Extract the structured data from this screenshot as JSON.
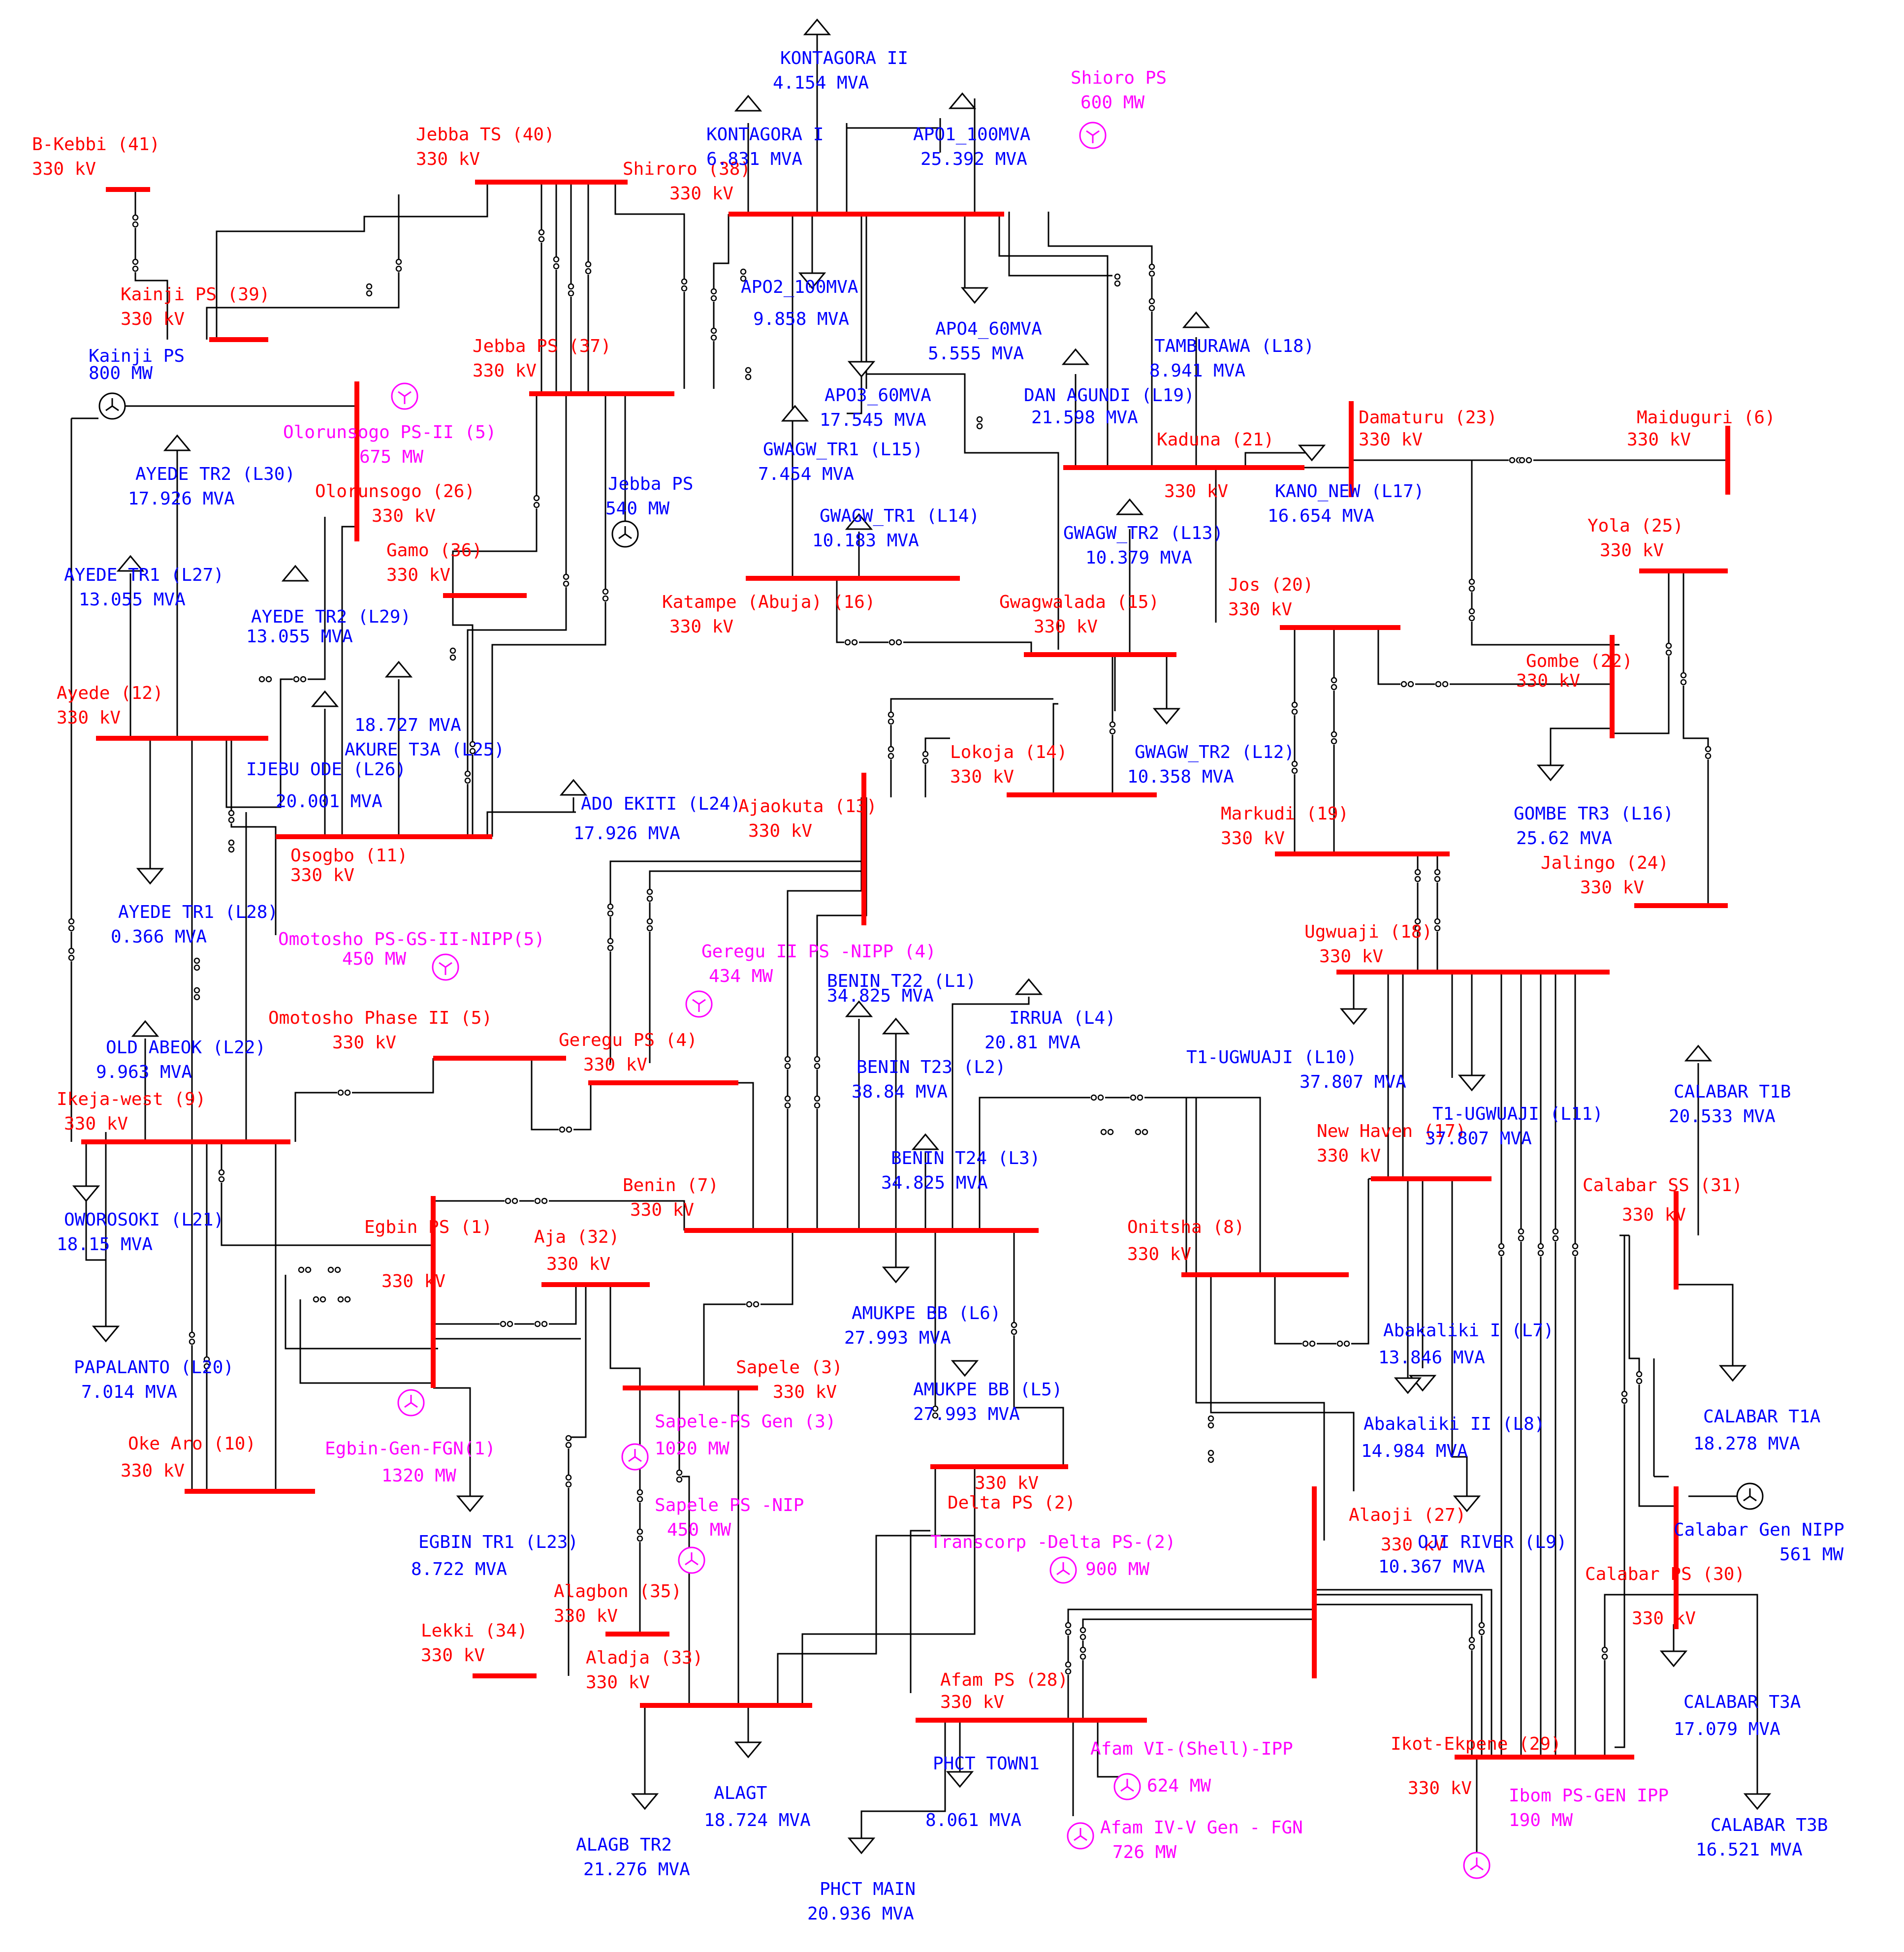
{
  "colors": {
    "bus": "#ff0000",
    "bus_label": "#ff0000",
    "load_label": "#0000ff",
    "gen_label": "#ff00ff",
    "line": "#000000",
    "background": "#ffffff"
  },
  "icons": {
    "load": "load-arrow-icon",
    "generator": "generator-circle-icon",
    "breaker": "breaker-icon"
  },
  "buses": [
    {
      "id": "b41",
      "name": "B-Kebbi (41)",
      "kv": "330 kV"
    },
    {
      "id": "b40",
      "name": "Jebba TS (40)",
      "kv": "330 kV"
    },
    {
      "id": "b38",
      "name": "Shiroro (38)",
      "kv": "330 kV"
    },
    {
      "id": "b39",
      "name": "Kainji PS (39)",
      "kv": "330 kV"
    },
    {
      "id": "b37",
      "name": "Jebba PS (37)",
      "kv": "330 kV"
    },
    {
      "id": "b26",
      "name": "Olorunsogo (26)",
      "kv": "330 kV"
    },
    {
      "id": "b36",
      "name": "Gamo (36)",
      "kv": "330 kV"
    },
    {
      "id": "b12",
      "name": "Ayede (12)",
      "kv": "330 kV"
    },
    {
      "id": "b11",
      "name": "Osogbo (11)",
      "kv": "330 kV"
    },
    {
      "id": "b16",
      "name": "Katampe (Abuja) (16)",
      "kv": "330 kV"
    },
    {
      "id": "b15",
      "name": "Gwagwalada (15)",
      "kv": "330 kV"
    },
    {
      "id": "b21",
      "name": "Kaduna (21)",
      "kv": "330 kV"
    },
    {
      "id": "b23",
      "name": "Damaturu (23)",
      "kv": "330 kV"
    },
    {
      "id": "b6",
      "name": "Maiduguri (6)",
      "kv": "330 kV"
    },
    {
      "id": "b25",
      "name": "Yola (25)",
      "kv": "330 kV"
    },
    {
      "id": "b20",
      "name": "Jos (20)",
      "kv": "330 kV"
    },
    {
      "id": "b22",
      "name": "Gombe (22)",
      "kv": "330 kV"
    },
    {
      "id": "b14",
      "name": "Lokoja (14)",
      "kv": "330 kV"
    },
    {
      "id": "b13",
      "name": "Ajaokuta (13)",
      "kv": "330 kV"
    },
    {
      "id": "b19",
      "name": "Markudi (19)",
      "kv": "330 kV"
    },
    {
      "id": "b24",
      "name": "Jalingo (24)",
      "kv": "330 kV"
    },
    {
      "id": "b18",
      "name": "Ugwuaji (18)",
      "kv": "330 kV"
    },
    {
      "id": "b5",
      "name": "Omotosho Phase II (5)",
      "kv": "330 kV"
    },
    {
      "id": "b4",
      "name": "Geregu PS (4)",
      "kv": "330 kV"
    },
    {
      "id": "b9",
      "name": "Ikeja-west (9)",
      "kv": "330 kV"
    },
    {
      "id": "b17",
      "name": "New Haven (17)",
      "kv": "330 kV"
    },
    {
      "id": "b7",
      "name": "Benin (7)",
      "kv": "330 kV"
    },
    {
      "id": "b8",
      "name": "Onitsha (8)",
      "kv": "330 kV"
    },
    {
      "id": "b31",
      "name": "Calabar SS (31)",
      "kv": "330 kV"
    },
    {
      "id": "b1",
      "name": "Egbin PS (1)",
      "kv": "330 kV"
    },
    {
      "id": "b32",
      "name": "Aja (32)",
      "kv": "330 kV"
    },
    {
      "id": "b10",
      "name": "Oke Aro (10)",
      "kv": "330 kV"
    },
    {
      "id": "b3",
      "name": "Sapele (3)",
      "kv": "330 kV"
    },
    {
      "id": "b2",
      "name": "Delta PS (2)",
      "kv": "330 kV"
    },
    {
      "id": "b27",
      "name": "Alaoji (27)",
      "kv": "330 kV"
    },
    {
      "id": "b30",
      "name": "Calabar PS (30)",
      "kv": "330 kV"
    },
    {
      "id": "b35",
      "name": "Alagbon (35)",
      "kv": "330 kV"
    },
    {
      "id": "b34",
      "name": "Lekki (34)",
      "kv": "330 kV"
    },
    {
      "id": "b33",
      "name": "Aladja (33)",
      "kv": "330 kV"
    },
    {
      "id": "b28",
      "name": "Afam PS (28)",
      "kv": "330 kV"
    },
    {
      "id": "b29",
      "name": "Ikot-Ekpene (29)",
      "kv": "330 kV"
    }
  ],
  "loads": [
    {
      "id": "L_KONT2",
      "name": "KONTAGORA II",
      "mva": "4.154 MVA"
    },
    {
      "id": "L_KONT1",
      "name": "KONTAGORA I",
      "mva": "6.831 MVA"
    },
    {
      "id": "L_APO1",
      "name": "APO1_100MVA",
      "mva": "25.392 MVA"
    },
    {
      "id": "L_APO2",
      "name": "APO2_100MVA",
      "mva": "9.858 MVA"
    },
    {
      "id": "L_APO4",
      "name": "APO4_60MVA",
      "mva": "5.555 MVA"
    },
    {
      "id": "L_APO3",
      "name": "APO3_60MVA",
      "mva": "17.545 MVA"
    },
    {
      "id": "L18",
      "name": "TAMBURAWA (L18)",
      "mva": "8.941 MVA"
    },
    {
      "id": "L19",
      "name": "DAN AGUNDI (L19)",
      "mva": "21.598 MVA"
    },
    {
      "id": "L17",
      "name": "KANO_NEW (L17)",
      "mva": "16.654 MVA"
    },
    {
      "id": "L15",
      "name": "GWAGW_TR1 (L15)",
      "mva": "7.454 MVA"
    },
    {
      "id": "L14",
      "name": "GWAGW_TR1 (L14)",
      "mva": "10.183 MVA"
    },
    {
      "id": "L13",
      "name": "GWAGW_TR2 (L13)",
      "mva": "10.379 MVA"
    },
    {
      "id": "L12",
      "name": "GWAGW_TR2 (L12)",
      "mva": "10.358 MVA"
    },
    {
      "id": "L30",
      "name": "AYEDE TR2 (L30)",
      "mva": "17.926 MVA"
    },
    {
      "id": "L27",
      "name": "AYEDE TR1 (L27)",
      "mva": "13.055 MVA"
    },
    {
      "id": "L29",
      "name": "AYEDE TR2 (L29)",
      "mva": "13.055 MVA"
    },
    {
      "id": "L25",
      "name": "AKURE T3A (L25)",
      "mva": "18.727 MVA"
    },
    {
      "id": "L26",
      "name": "IJEBU ODE (L26)",
      "mva": "20.001 MVA"
    },
    {
      "id": "L24",
      "name": "ADO EKITI (L24)",
      "mva": "17.926 MVA"
    },
    {
      "id": "L28",
      "name": "AYEDE TR1 (L28)",
      "mva": "0.366 MVA"
    },
    {
      "id": "L16",
      "name": "GOMBE TR3 (L16)",
      "mva": "25.62 MVA"
    },
    {
      "id": "L22",
      "name": "OLD ABEOK (L22)",
      "mva": "9.963 MVA"
    },
    {
      "id": "L1",
      "name": "BENIN T22 (L1)",
      "mva": "34.825 MVA"
    },
    {
      "id": "L4",
      "name": "IRRUA (L4)",
      "mva": "20.81 MVA"
    },
    {
      "id": "L2",
      "name": "BENIN T23 (L2)",
      "mva": "38.84 MVA"
    },
    {
      "id": "L3",
      "name": "BENIN T24 (L3)",
      "mva": "34.825 MVA"
    },
    {
      "id": "L10",
      "name": "T1-UGWUAJI (L10)",
      "mva": "37.807 MVA"
    },
    {
      "id": "L11",
      "name": "T1-UGWUAJI (L11)",
      "mva": "37.807 MVA"
    },
    {
      "id": "L_CT1B",
      "name": "CALABAR T1B",
      "mva": "20.533 MVA"
    },
    {
      "id": "L21",
      "name": "OWOROSOKI (L21)",
      "mva": "18.15 MVA"
    },
    {
      "id": "L6",
      "name": "AMUKPE BB (L6)",
      "mva": "27.993 MVA"
    },
    {
      "id": "L5",
      "name": "AMUKPE BB (L5)",
      "mva": "27.993 MVA"
    },
    {
      "id": "L7",
      "name": "Abakaliki I (L7)",
      "mva": "13.846 MVA"
    },
    {
      "id": "L8",
      "name": "Abakaliki II (L8)",
      "mva": "14.984 MVA"
    },
    {
      "id": "L20",
      "name": "PAPALANTO (L20)",
      "mva": "7.014 MVA"
    },
    {
      "id": "L_CT1A",
      "name": "CALABAR T1A",
      "mva": "18.278 MVA"
    },
    {
      "id": "L23",
      "name": "EGBIN TR1 (L23)",
      "mva": "8.722 MVA"
    },
    {
      "id": "L9",
      "name": "OJI RIVER (L9)",
      "mva": "10.367 MVA"
    },
    {
      "id": "L_CT3A",
      "name": "CALABAR T3A",
      "mva": "17.079 MVA"
    },
    {
      "id": "L_CT3B",
      "name": "CALABAR T3B",
      "mva": "16.521 MVA"
    },
    {
      "id": "L_ALAGT",
      "name": "ALAGT",
      "mva": "18.724 MVA"
    },
    {
      "id": "L_PHT1",
      "name": "PHCT TOWN1",
      "mva": "8.061 MVA"
    },
    {
      "id": "L_ALAGB",
      "name": "ALAGB TR2",
      "mva": "21.276 MVA"
    },
    {
      "id": "L_PHMAIN",
      "name": "PHCT MAIN",
      "mva": "20.936 MVA"
    }
  ],
  "generators": [
    {
      "id": "G_SHIRORO",
      "name": "Shioro PS",
      "mw": "600 MW"
    },
    {
      "id": "G_KAINJI",
      "name": "Kainji PS",
      "mw": "800 MW"
    },
    {
      "id": "G_OLOR2",
      "name": "Olorunsogo PS-II (5)",
      "mw": "675 MW"
    },
    {
      "id": "G_JEBBA",
      "name": "Jebba PS",
      "mw": "540 MW"
    },
    {
      "id": "G_OMOT",
      "name": "Omotosho PS-GS-II-NIPP(5)",
      "mw": "450 MW"
    },
    {
      "id": "G_GEREGU",
      "name": "Geregu II PS -NIPP (4)",
      "mw": "434 MW"
    },
    {
      "id": "G_SAPELE",
      "name": "Sapele-PS Gen (3)",
      "mw": "1020 MW"
    },
    {
      "id": "G_EGBIN",
      "name": "Egbin-Gen-FGN(1)",
      "mw": "1320 MW"
    },
    {
      "id": "G_SAPNIP",
      "name": "Sapele PS -NIP",
      "mw": "450 MW"
    },
    {
      "id": "G_DELTA",
      "name": "Transcorp -Delta PS-(2)",
      "mw": "900 MW"
    },
    {
      "id": "G_CALNIPP",
      "name": "Calabar Gen NIPP",
      "mw": "561 MW"
    },
    {
      "id": "G_AFAM6",
      "name": "Afam VI-(Shell)-IPP",
      "mw": "624 MW"
    },
    {
      "id": "G_AFAM45",
      "name": "Afam IV-V Gen - FGN",
      "mw": "726 MW"
    },
    {
      "id": "G_IBOM",
      "name": "Ibom PS-GEN IPP",
      "mw": "190 MW"
    }
  ]
}
